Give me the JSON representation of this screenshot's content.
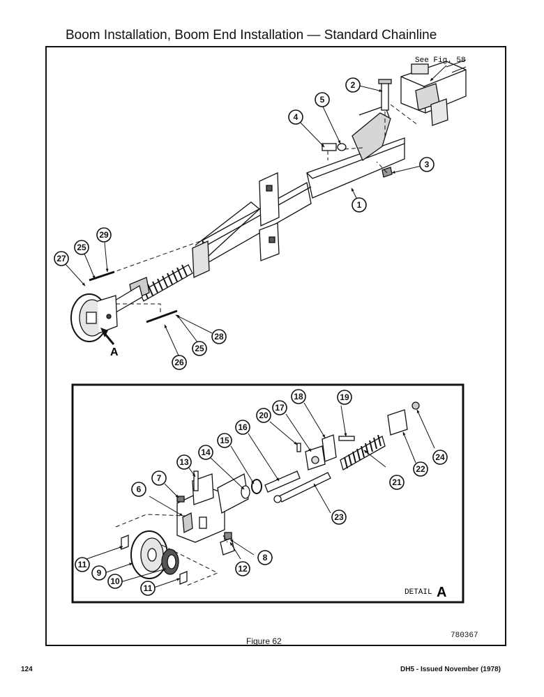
{
  "page": {
    "title": "Boom Installation, Boom End Installation — Standard Chainline",
    "see_fig": "See Fig. 58",
    "view_arrow_label": "A",
    "detail_label": "DETAIL",
    "detail_letter": "A",
    "figure_caption": "Figure 62",
    "drawing_number": "780367",
    "page_number": "124",
    "publication": "DH5 - Issued November (1978)"
  },
  "callouts": {
    "c1": "1",
    "c2": "2",
    "c3": "3",
    "c4": "4",
    "c5": "5",
    "c6": "6",
    "c7": "7",
    "c8": "8",
    "c9": "9",
    "c10": "10",
    "c11a": "11",
    "c11b": "11",
    "c12": "12",
    "c13": "13",
    "c14": "14",
    "c15": "15",
    "c16": "16",
    "c17": "17",
    "c18": "18",
    "c19": "19",
    "c20": "20",
    "c21": "21",
    "c22": "22",
    "c23": "23",
    "c24": "24",
    "c25a": "25",
    "c25b": "25",
    "c26": "26",
    "c27": "27",
    "c28": "28",
    "c29": "29"
  }
}
